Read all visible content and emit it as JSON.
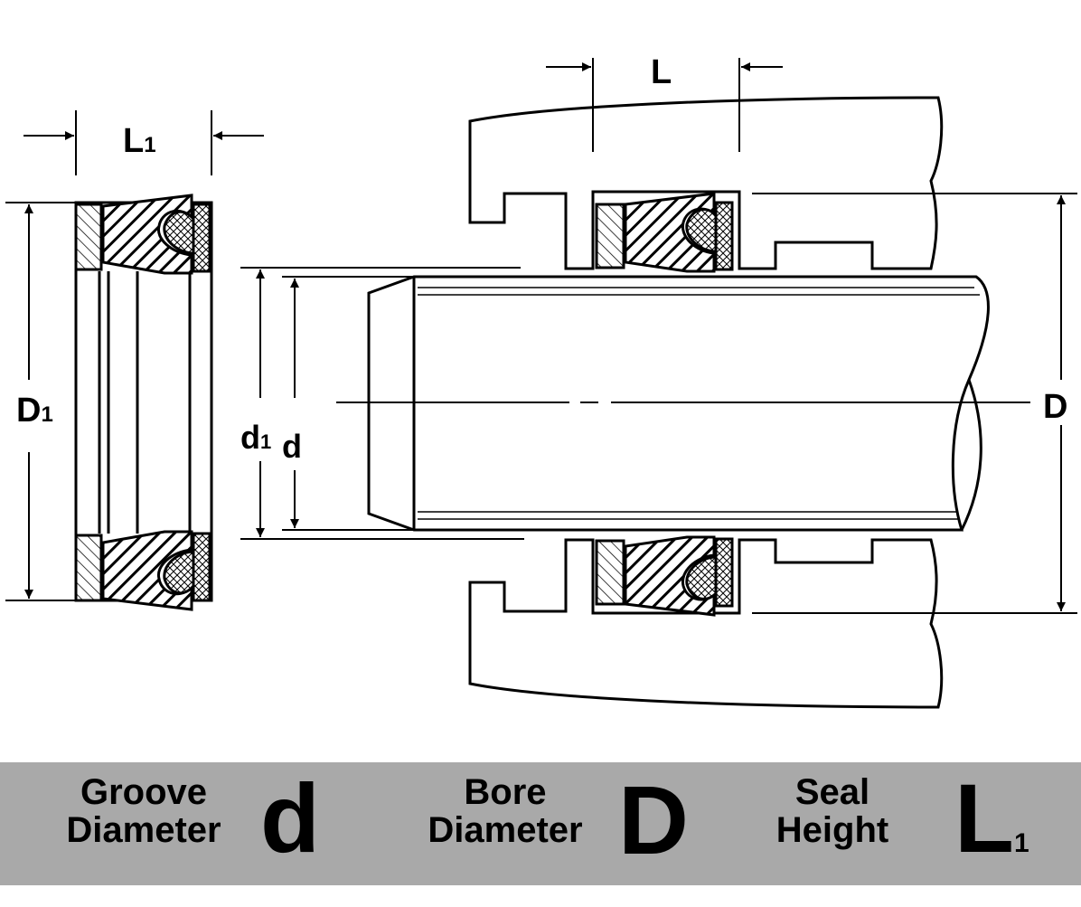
{
  "diagram": {
    "labels": {
      "L": "L",
      "L1_main": "L",
      "L1_sub": "1",
      "D1_main": "D",
      "D1_sub": "1",
      "d1_main": "d",
      "d1_sub": "1",
      "d": "d",
      "D": "D"
    }
  },
  "legend": {
    "groove": {
      "line1": "Groove",
      "line2": "Diameter",
      "symbol": "d",
      "sub": ""
    },
    "bore": {
      "line1": "Bore",
      "line2": "Diameter",
      "symbol": "D",
      "sub": ""
    },
    "seal": {
      "line1": "Seal",
      "line2": "Height",
      "symbol": "L",
      "sub": "1"
    }
  },
  "colors": {
    "legend_bg": "#a9a9a9",
    "line": "#000000",
    "background": "#ffffff"
  }
}
